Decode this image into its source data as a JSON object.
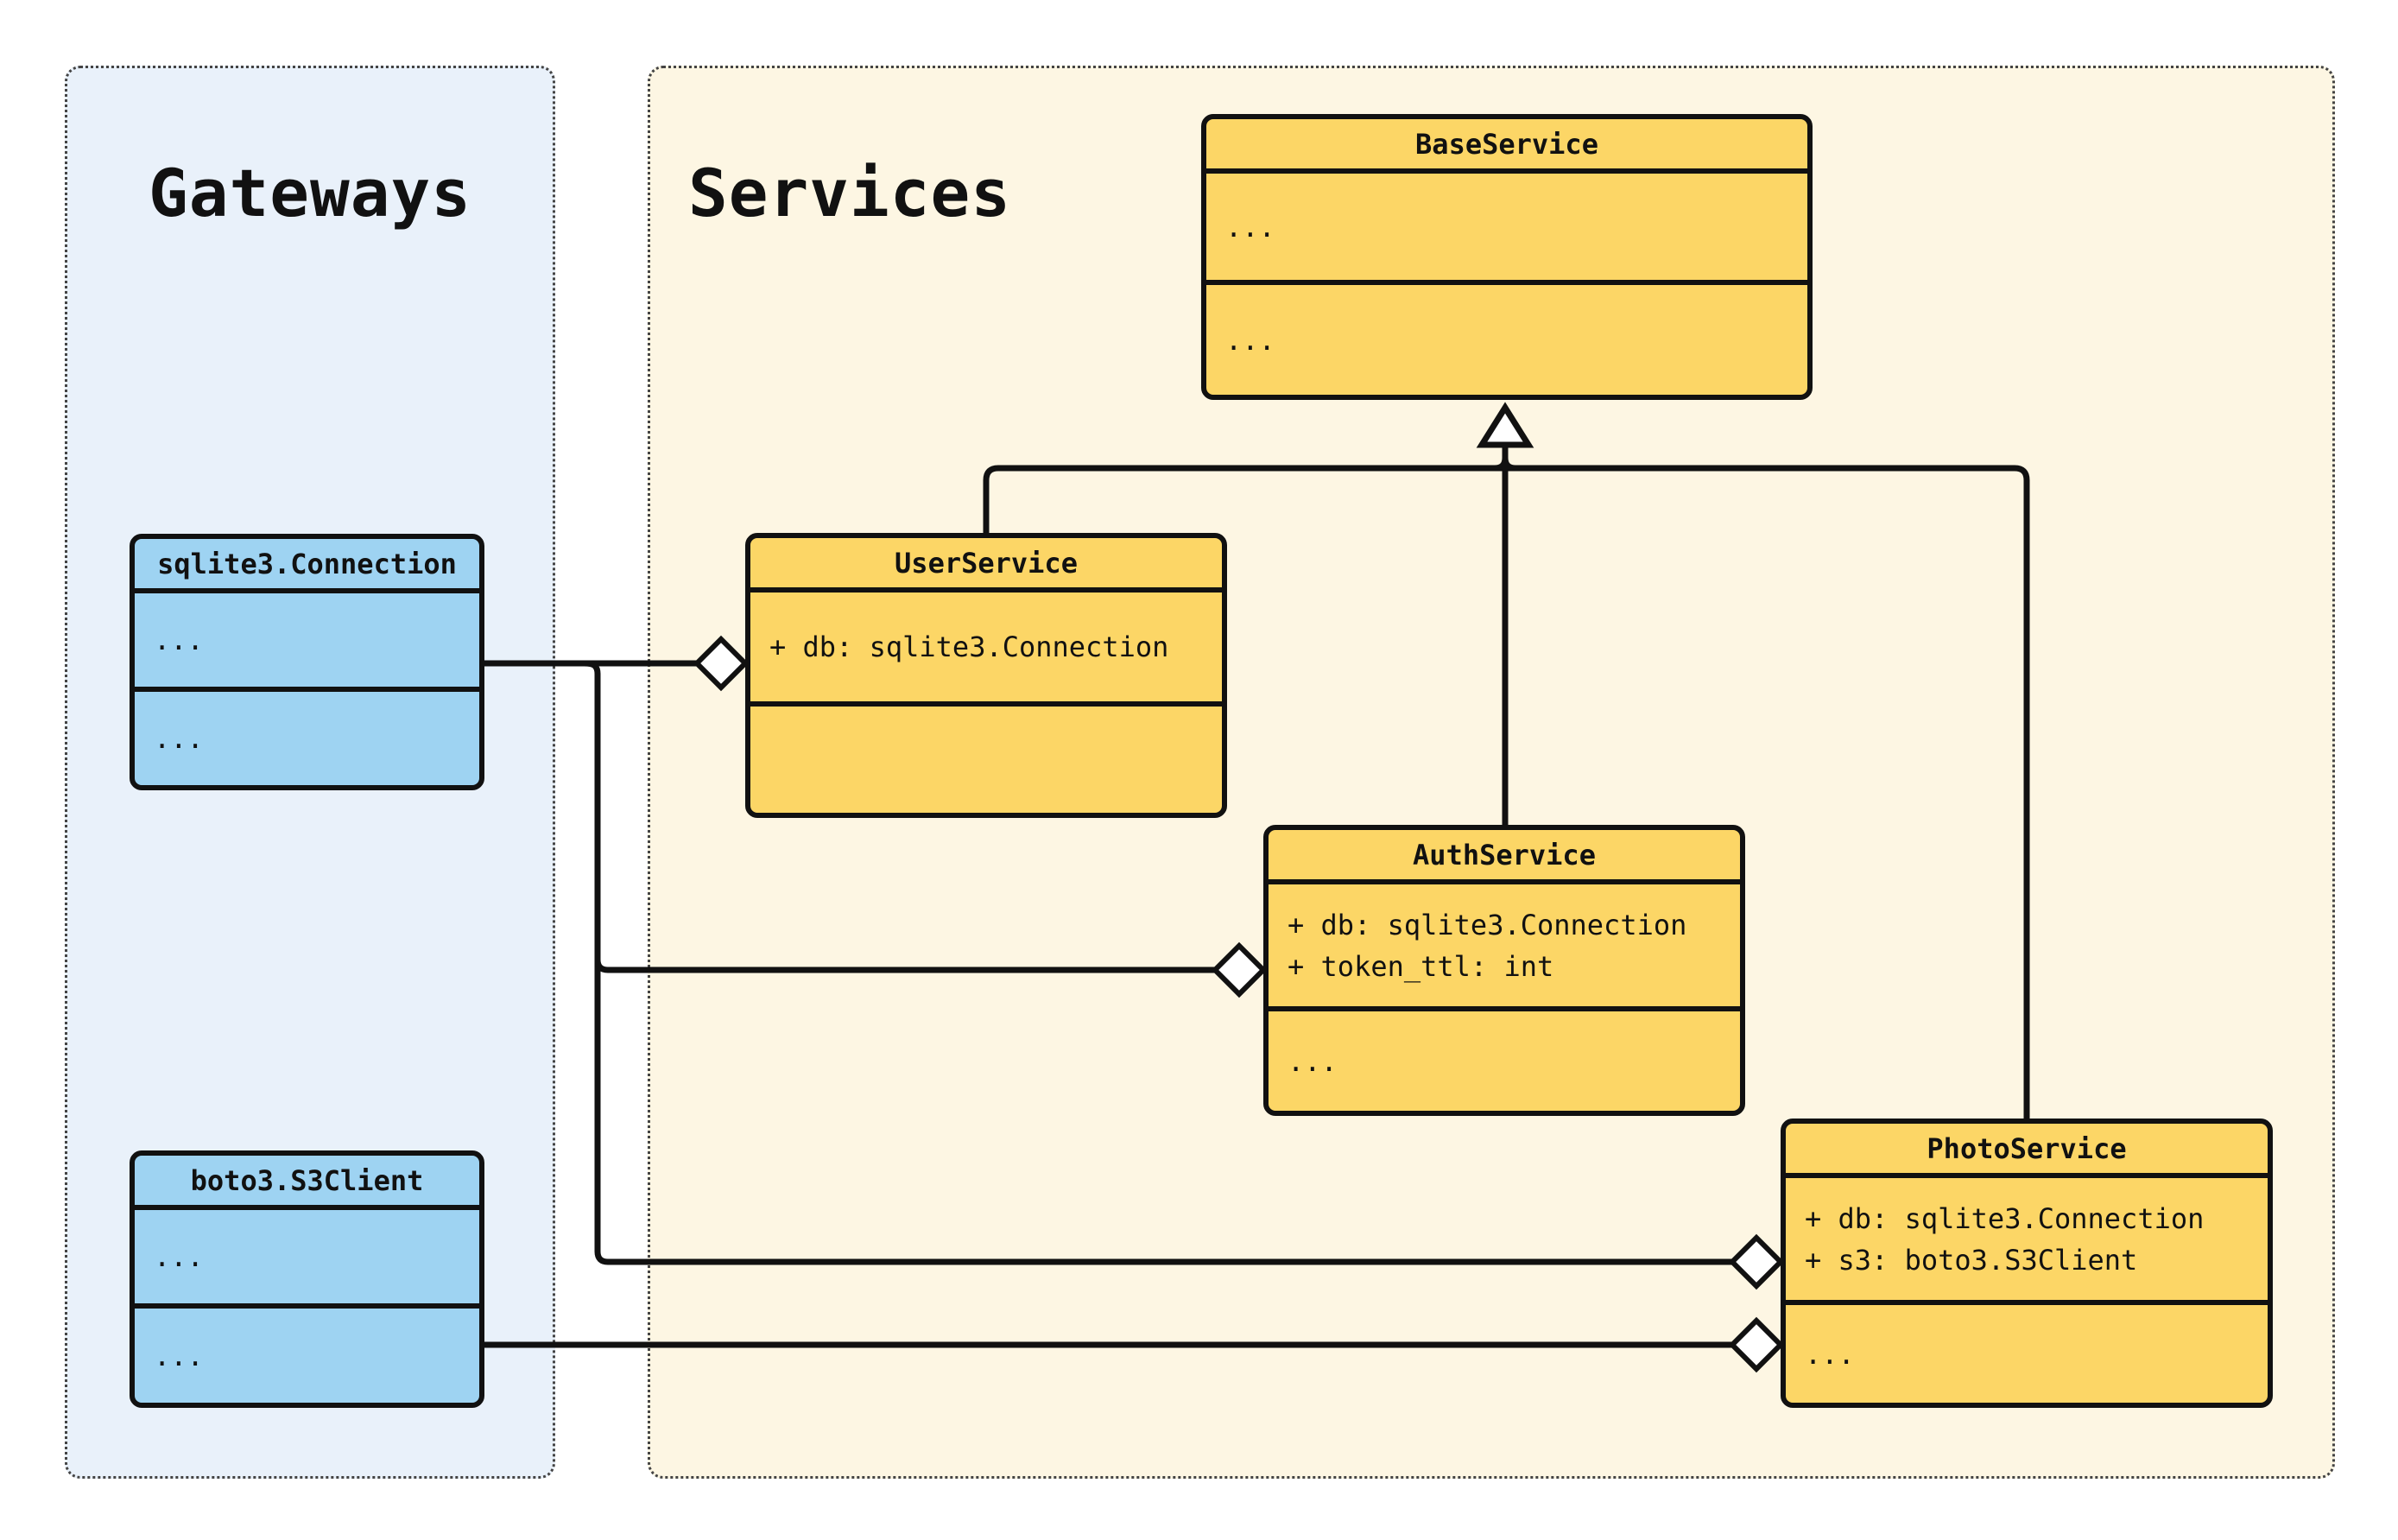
{
  "diagram_type": "uml_class_diagram",
  "containers": {
    "gateways": {
      "label": "Gateways"
    },
    "services": {
      "label": "Services"
    }
  },
  "classes": {
    "sqlite_connection": {
      "name": "sqlite3.Connection",
      "attributes": [
        "..."
      ],
      "methods": [
        "..."
      ]
    },
    "boto3_s3client": {
      "name": "boto3.S3Client",
      "attributes": [
        "..."
      ],
      "methods": [
        "..."
      ]
    },
    "base_service": {
      "name": "BaseService",
      "attributes": [
        "..."
      ],
      "methods": [
        "..."
      ]
    },
    "user_service": {
      "name": "UserService",
      "attributes": [
        "+ db: sqlite3.Connection"
      ],
      "methods": []
    },
    "auth_service": {
      "name": "AuthService",
      "attributes": [
        "+ db: sqlite3.Connection",
        "+ token_ttl: int"
      ],
      "methods": [
        "..."
      ]
    },
    "photo_service": {
      "name": "PhotoService",
      "attributes": [
        "+ db: sqlite3.Connection",
        "+ s3: boto3.S3Client"
      ],
      "methods": [
        "..."
      ]
    }
  },
  "relationships": [
    {
      "from": "UserService",
      "to": "BaseService",
      "type": "inheritance"
    },
    {
      "from": "AuthService",
      "to": "BaseService",
      "type": "inheritance"
    },
    {
      "from": "PhotoService",
      "to": "BaseService",
      "type": "inheritance"
    },
    {
      "from": "sqlite3.Connection",
      "to": "UserService",
      "type": "aggregation"
    },
    {
      "from": "sqlite3.Connection",
      "to": "AuthService",
      "type": "aggregation"
    },
    {
      "from": "sqlite3.Connection",
      "to": "PhotoService",
      "type": "aggregation"
    },
    {
      "from": "boto3.S3Client",
      "to": "PhotoService",
      "type": "aggregation"
    }
  ],
  "colors": {
    "canvas_background": "#ffffff",
    "gateways_background": "#e9f1fa",
    "services_background": "#fdf6e3",
    "gateway_node_fill": "#9ed3f2",
    "service_node_fill": "#fcd666",
    "node_border": "#111111",
    "edge_color": "#111111"
  }
}
